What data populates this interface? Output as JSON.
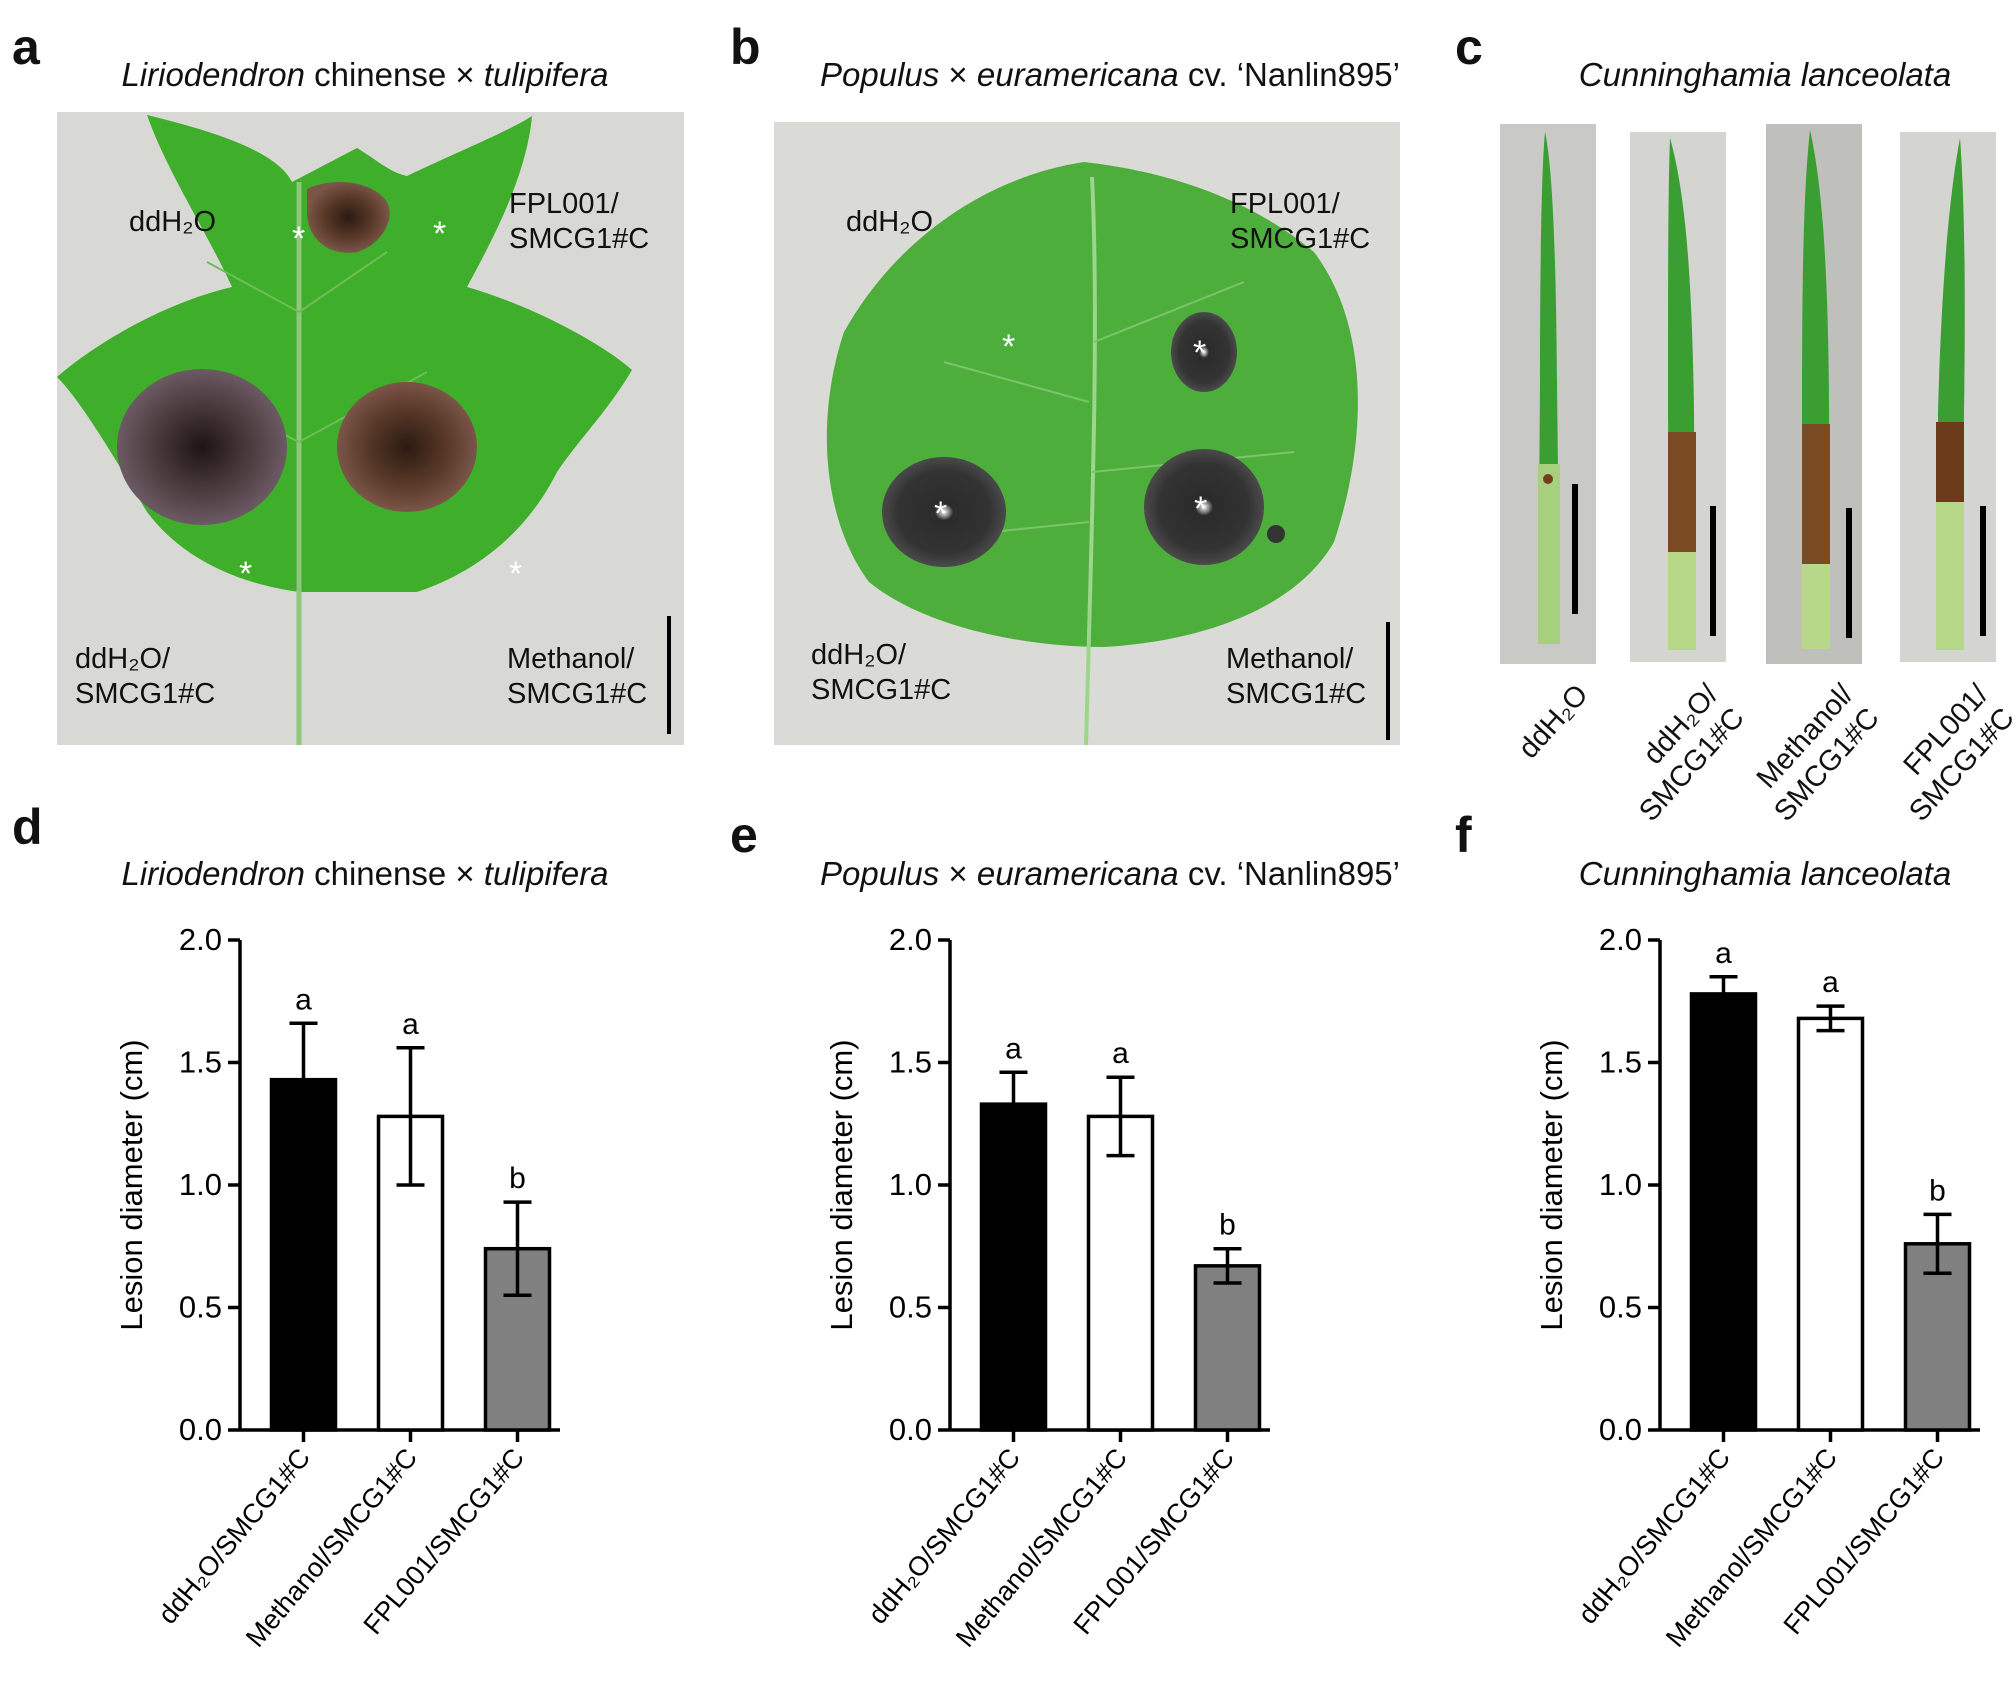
{
  "panels": {
    "a": {
      "letter": "a",
      "title_parts": [
        {
          "t": "Liriodendron",
          "i": true
        },
        {
          "t": " chinense × ",
          "i": false
        },
        {
          "t": "tulipifera",
          "i": true
        }
      ],
      "labels": {
        "tl": "ddH₂O",
        "tr": [
          "FPL001/",
          "SMCG1#C"
        ],
        "bl": [
          "ddH₂O/",
          "SMCG1#C"
        ],
        "br": [
          "Methanol/",
          "SMCG1#C"
        ]
      }
    },
    "b": {
      "letter": "b",
      "title_parts": [
        {
          "t": "Populus",
          "i": true
        },
        {
          "t": " × ",
          "i": false
        },
        {
          "t": "euramericana",
          "i": true
        },
        {
          "t": " cv. ‘Nanlin895’",
          "i": false
        }
      ],
      "labels": {
        "tl": "ddH₂O",
        "tr": [
          "FPL001/",
          "SMCG1#C"
        ],
        "bl": [
          "ddH₂O/",
          "SMCG1#C"
        ],
        "br": [
          "Methanol/",
          "SMCG1#C"
        ]
      }
    },
    "c": {
      "letter": "c",
      "title_parts": [
        {
          "t": "Cunninghamia lanceolata",
          "i": true
        }
      ],
      "needles": [
        [
          "ddH₂O"
        ],
        [
          "ddH₂O/",
          "SMCG1#C"
        ],
        [
          "Methanol/",
          "SMCG1#C"
        ],
        [
          "FPL001/",
          "SMCG1#C"
        ]
      ]
    },
    "d": {
      "letter": "d",
      "title_parts": [
        {
          "t": "Liriodendron",
          "i": true
        },
        {
          "t": " chinense × ",
          "i": false
        },
        {
          "t": "tulipifera",
          "i": true
        }
      ]
    },
    "e": {
      "letter": "e",
      "title_parts": [
        {
          "t": "Populus",
          "i": true
        },
        {
          "t": " × ",
          "i": false
        },
        {
          "t": "euramericana",
          "i": true
        },
        {
          "t": " cv. ‘Nanlin895’",
          "i": false
        }
      ]
    },
    "f": {
      "letter": "f",
      "title_parts": [
        {
          "t": "Cunninghamia lanceolata",
          "i": true
        }
      ]
    }
  },
  "asterisk": "*",
  "chart_data": [
    {
      "type": "bar",
      "panel": "d",
      "categories": [
        "ddH₂O/SMCG1#C",
        "Methanol/SMCG1#C",
        "FPL001/SMCG1#C"
      ],
      "values": [
        1.43,
        1.28,
        0.74
      ],
      "errors": [
        0.23,
        0.28,
        0.19
      ],
      "letters": [
        "a",
        "a",
        "b"
      ],
      "colors": [
        "#000000",
        "#ffffff",
        "#808080"
      ],
      "ylabel": "Lesion diameter (cm)",
      "ylim": [
        0,
        2.0
      ],
      "yticks": [
        "0.0",
        "0.5",
        "1.0",
        "1.5",
        "2.0"
      ]
    },
    {
      "type": "bar",
      "panel": "e",
      "categories": [
        "ddH₂O/SMCG1#C",
        "Methanol/SMCG1#C",
        "FPL001/SMCG1#C"
      ],
      "values": [
        1.33,
        1.28,
        0.67
      ],
      "errors": [
        0.13,
        0.16,
        0.07
      ],
      "letters": [
        "a",
        "a",
        "b"
      ],
      "colors": [
        "#000000",
        "#ffffff",
        "#808080"
      ],
      "ylabel": "Lesion diameter (cm)",
      "ylim": [
        0,
        2.0
      ],
      "yticks": [
        "0.0",
        "0.5",
        "1.0",
        "1.5",
        "2.0"
      ]
    },
    {
      "type": "bar",
      "panel": "f",
      "categories": [
        "ddH₂O/SMCG1#C",
        "Methanol/SMCG1#C",
        "FPL001/SMCG1#C"
      ],
      "values": [
        1.78,
        1.68,
        0.76
      ],
      "errors": [
        0.07,
        0.05,
        0.12
      ],
      "letters": [
        "a",
        "a",
        "b"
      ],
      "colors": [
        "#000000",
        "#ffffff",
        "#808080"
      ],
      "ylabel": "Lesion diameter (cm)",
      "ylim": [
        0,
        2.0
      ],
      "yticks": [
        "0.0",
        "0.5",
        "1.0",
        "1.5",
        "2.0"
      ]
    }
  ]
}
